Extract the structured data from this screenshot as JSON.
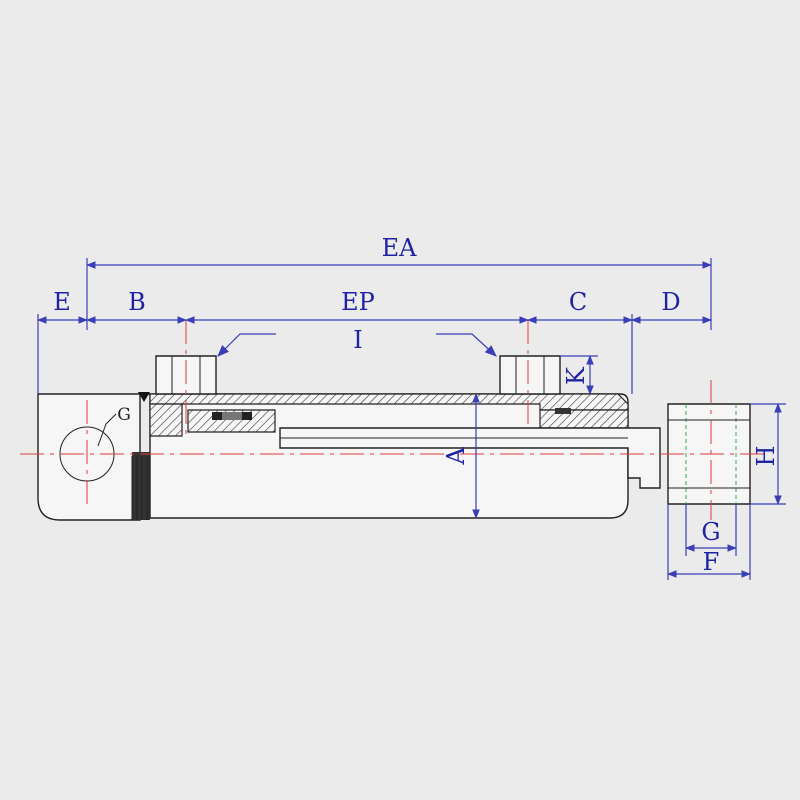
{
  "dimensions": {
    "EA": "EA",
    "E": "E",
    "B": "B",
    "EP": "EP",
    "C": "C",
    "D": "D",
    "I": "I",
    "K": "K",
    "A": "A",
    "H": "H",
    "G_left": "G",
    "G_right": "G",
    "F": "F"
  },
  "colors": {
    "background": "#ebebeb",
    "dimension": "#3a3fb8",
    "label": "#1f23a3",
    "centerline": "#e23b3b",
    "outline": "#222222"
  }
}
